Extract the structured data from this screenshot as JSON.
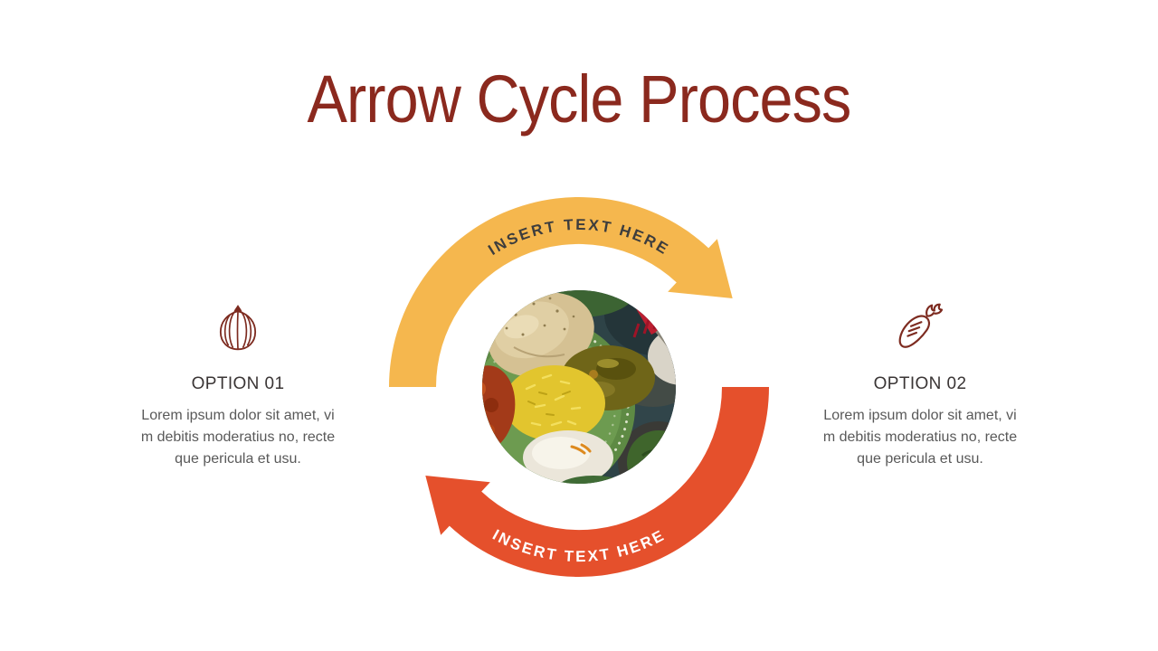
{
  "slide": {
    "title": "Arrow Cycle Process",
    "colors": {
      "title_text": "#8B291E",
      "arrow_top": "#F5B74E",
      "arrow_bottom": "#E5502C",
      "icon_stroke": "#7D2B20",
      "heading_text": "#3A3535",
      "body_text": "#595959",
      "arc_label_top": "#3D3D3D",
      "arc_label_bottom": "#FFFFFF"
    },
    "cycle": {
      "top_arrow_label": "INSERT TEXT HERE",
      "bottom_arrow_label": "INSERT TEXT HERE",
      "image_alt": "Circular photo of an Indian food platter with rice, curry, naan and yogurt"
    },
    "options": [
      {
        "icon": "onion-icon",
        "heading": "OPTION 01",
        "body": "Lorem ipsum dolor sit amet, vi\nm debitis moderatius no, recte\nque pericula et usu."
      },
      {
        "icon": "carrot-icon",
        "heading": "OPTION 02",
        "body": "Lorem ipsum dolor sit amet, vi\nm debitis moderatius no, recte\nque pericula et usu."
      }
    ]
  }
}
